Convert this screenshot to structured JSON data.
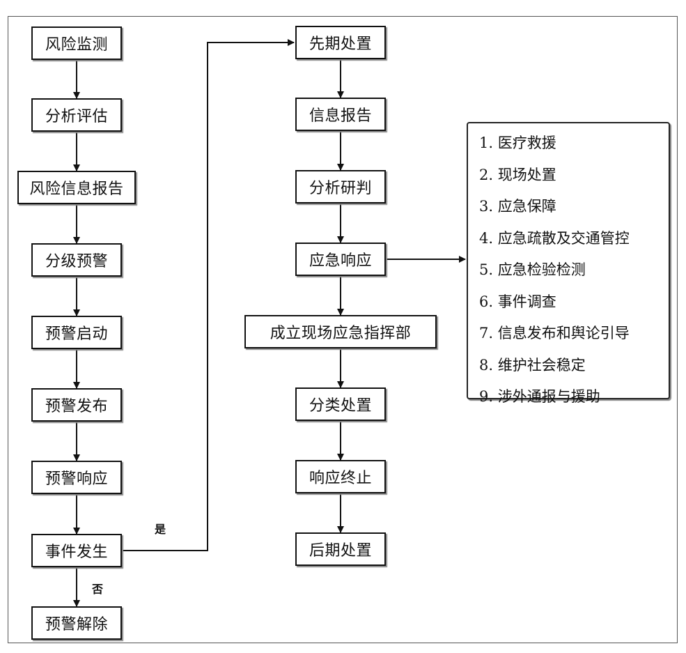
{
  "left_column": [
    {
      "id": "risk-monitor",
      "label": "风险监测"
    },
    {
      "id": "analysis-assess",
      "label": "分析评估"
    },
    {
      "id": "risk-info-report",
      "label": "风险信息报告"
    },
    {
      "id": "graded-warning",
      "label": "分级预警"
    },
    {
      "id": "warning-start",
      "label": "预警启动"
    },
    {
      "id": "warning-publish",
      "label": "预警发布"
    },
    {
      "id": "warning-response",
      "label": "预警响应"
    },
    {
      "id": "event-occur",
      "label": "事件发生"
    },
    {
      "id": "warning-lift",
      "label": "预警解除"
    }
  ],
  "right_column": [
    {
      "id": "initial-handling",
      "label": "先期处置"
    },
    {
      "id": "info-report",
      "label": "信息报告"
    },
    {
      "id": "analysis-judge",
      "label": "分析研判"
    },
    {
      "id": "emergency-response",
      "label": "应急响应"
    },
    {
      "id": "onsite-command",
      "label": "成立现场应急指挥部"
    },
    {
      "id": "classified-handling",
      "label": "分类处置"
    },
    {
      "id": "response-end",
      "label": "响应终止"
    },
    {
      "id": "post-handling",
      "label": "后期处置"
    }
  ],
  "edge_labels": {
    "yes": "是",
    "no": "否"
  },
  "measures": [
    "1. 医疗救援",
    "2. 现场处置",
    "3. 应急保障",
    "4. 应急疏散及交通管控",
    "5. 应急检验检测",
    "6. 事件调查",
    "7. 信息发布和舆论引导",
    "8. 维护社会稳定",
    "9. 涉外通报与援助"
  ]
}
